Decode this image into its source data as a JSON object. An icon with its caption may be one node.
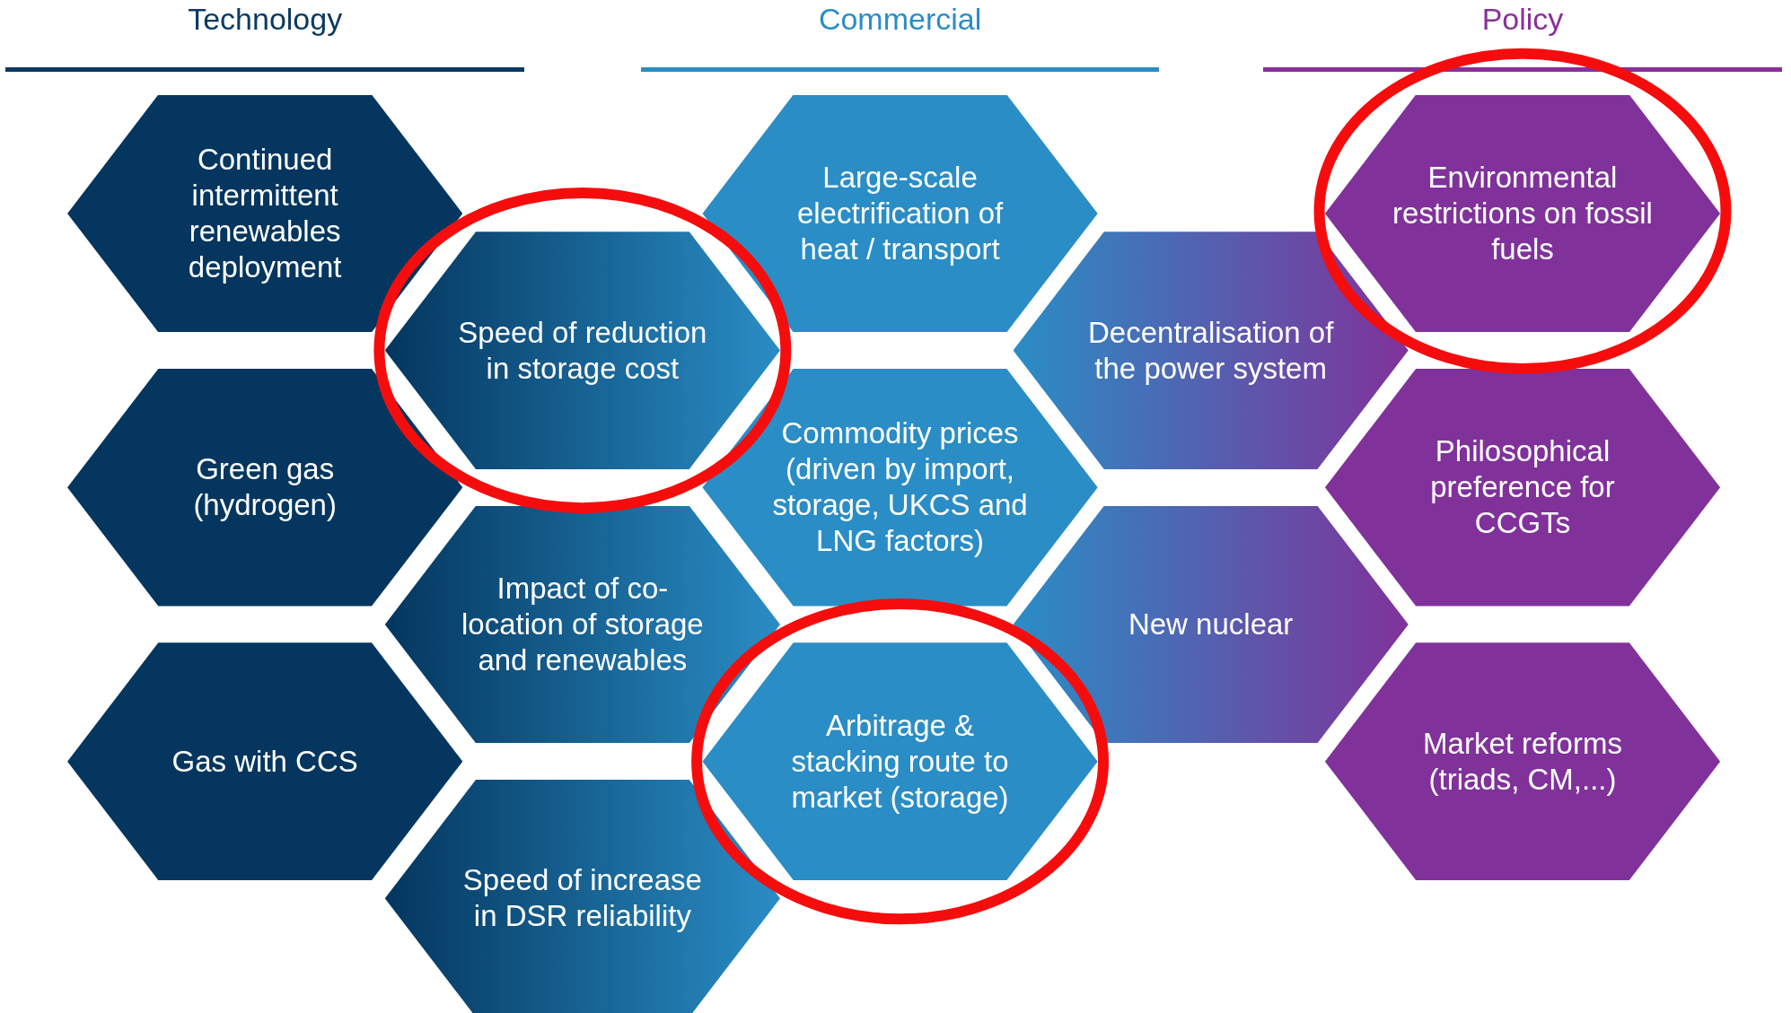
{
  "diagram": {
    "nodes": [
      {
        "text": [
          "Continued intermittent renewables deployment"
        ]
      },
      {
        "text": [
          "Speed of reduction in storage cost"
        ]
      },
      {
        "text": [
          "Green gas (hydrogen)"
        ]
      },
      {
        "text": [
          "Impact of co-location of storage and renewables"
        ]
      },
      {
        "text": [
          "Gas with CCS"
        ]
      },
      {
        "text": [
          "Speed of increase in DSR reliability"
        ]
      },
      {
        "text": [
          "Large-scale electrification of heat / transport"
        ]
      },
      {
        "text": [
          "Commodity prices (driven by import, storage, UKCS and LNG factors)"
        ]
      },
      {
        "text": [
          "Arbitrage & stacking route to market (storage)"
        ]
      },
      {
        "text": [
          "Decentralisation of the power system"
        ]
      },
      {
        "text": [
          "New nuclear"
        ]
      },
      {
        "text": [
          "Environmental restrictions on fossil fuels"
        ]
      },
      {
        "text": [
          "Philosophical preference for CCGTs"
        ]
      },
      {
        "text": [
          "Market reforms (triads, CM,...)"
        ]
      }
    ],
    "labels": [
      "Technology",
      "Commercial",
      "Policy"
    ]
  }
}
